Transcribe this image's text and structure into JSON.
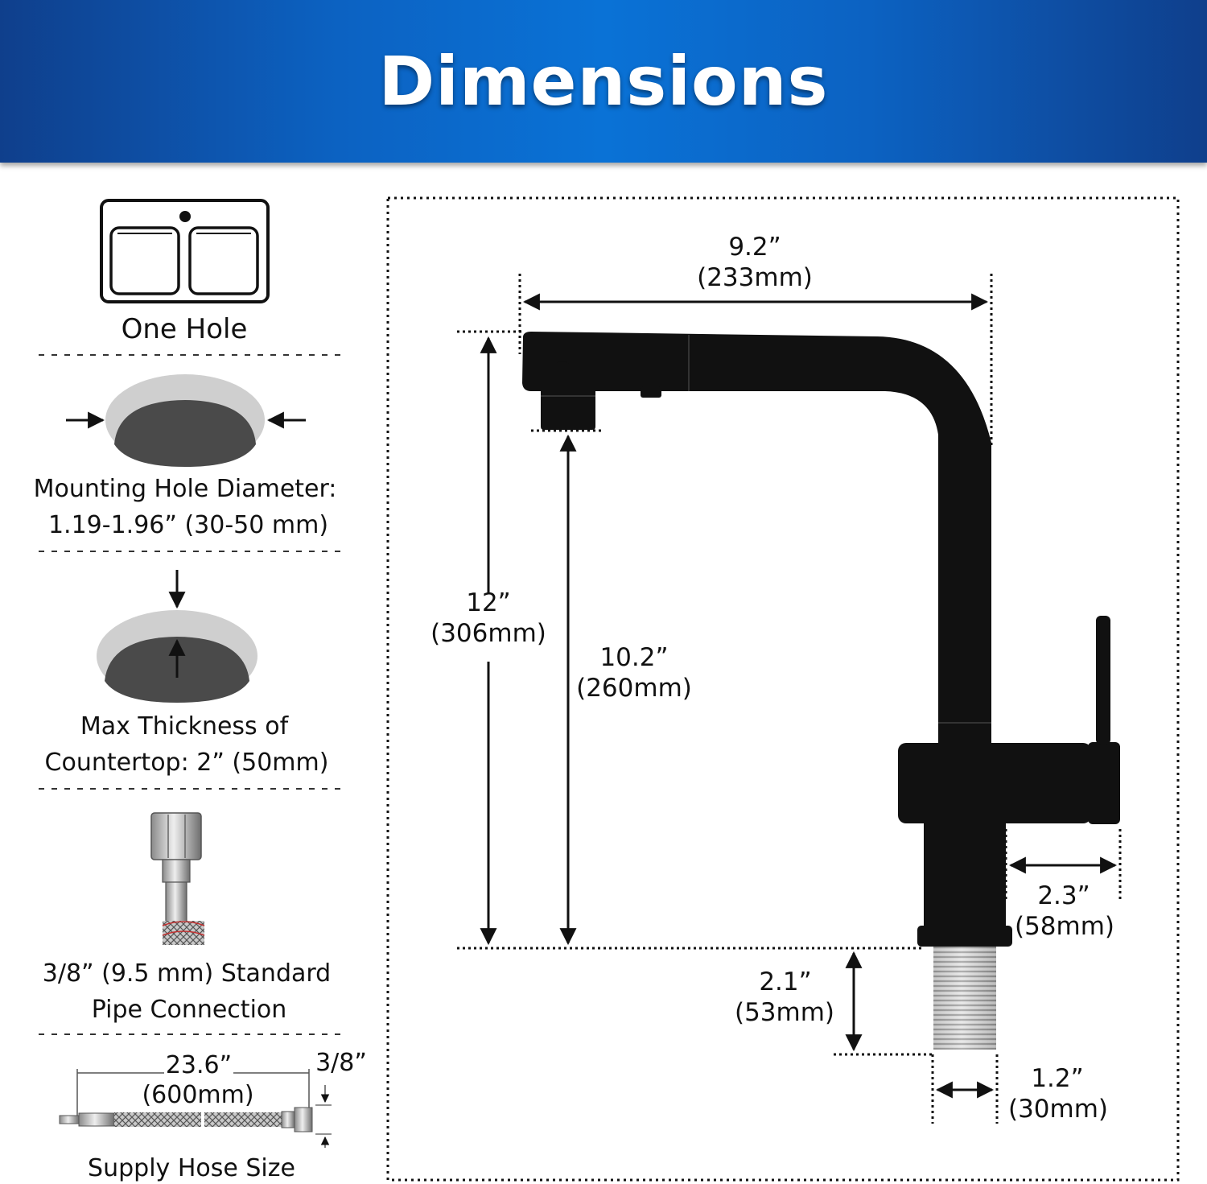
{
  "header": {
    "title": "Dimensions"
  },
  "sidebar": {
    "hole_type": "One Hole",
    "mounting_hole": {
      "line1": "Mounting Hole Diameter:",
      "line2": "1.19-1.96” (30-50 mm)"
    },
    "thickness": {
      "line1": "Max Thickness of",
      "line2": "Countertop: 2” (50mm)"
    },
    "pipe": {
      "line1": "3/8” (9.5 mm) Standard",
      "line2": "Pipe Connection"
    },
    "hose": {
      "length_in": "23.6”",
      "length_mm": "(600mm)",
      "size": "3/8”",
      "caption": "Supply Hose Size"
    }
  },
  "faucet": {
    "spout_reach": {
      "in": "9.2”",
      "mm": "(233mm)"
    },
    "total_height": {
      "in": "12”",
      "mm": "(306mm)"
    },
    "spout_height": {
      "in": "10.2”",
      "mm": "(260mm)"
    },
    "handle_reach": {
      "in": "2.3”",
      "mm": "(58mm)"
    },
    "shank_length": {
      "in": "2.1”",
      "mm": "(53mm)"
    },
    "shank_diameter": {
      "in": "1.2”",
      "mm": "(30mm)"
    }
  },
  "colors": {
    "banner": "#0a72d6",
    "faucet": "#111111",
    "hole_ring": "#cfcfcf",
    "hole_fill": "#4a4a4a"
  }
}
